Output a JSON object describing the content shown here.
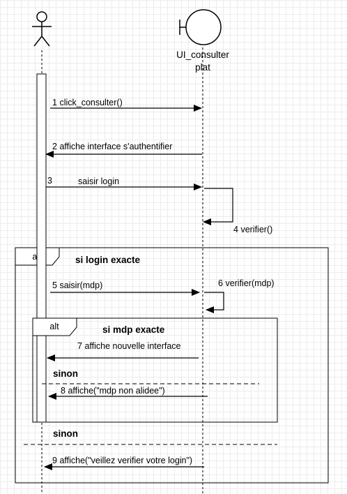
{
  "participants": {
    "boundary_label_line1": "UI_consulter",
    "boundary_label_line2": "plat"
  },
  "messages": [
    {
      "num": "1",
      "text": "click_consulter()"
    },
    {
      "num": "2",
      "text": "affiche interface s'authentifier"
    },
    {
      "num": "3",
      "text": "saisir login"
    },
    {
      "num": "4",
      "text": "verifier()"
    },
    {
      "num": "5",
      "text": "saisir(mdp)"
    },
    {
      "num": "6",
      "text": "verifier(mdp)"
    },
    {
      "num": "7",
      "text": "affiche nouvelle interface"
    },
    {
      "num": "8",
      "text": "affiche(\"mdp non alidee\")"
    },
    {
      "num": "9",
      "text": "affiche(\"veillez verifier votre login\")"
    }
  ],
  "fragments": {
    "outer": {
      "operator": "alt",
      "guard": "si login exacte",
      "else_label": "sinon"
    },
    "inner": {
      "operator": "alt",
      "guard": "si mdp exacte",
      "else_label": "sinon"
    }
  },
  "colors": {
    "line": "#000000",
    "grid": "#ececec",
    "background": "#ffffff"
  }
}
